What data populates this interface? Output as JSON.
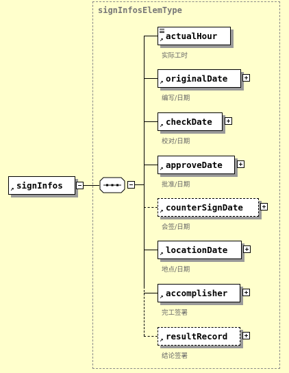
{
  "root": {
    "name": "signInfos"
  },
  "group": {
    "title": "signInfosElemType"
  },
  "children": [
    {
      "name": "actualHour",
      "desc": "实际工时"
    },
    {
      "name": "originalDate",
      "desc": "编写/日期"
    },
    {
      "name": "checkDate",
      "desc": "校对/日期"
    },
    {
      "name": "approveDate",
      "desc": "批准/日期"
    },
    {
      "name": "counterSignDate",
      "desc": "会签/日期"
    },
    {
      "name": "locationDate",
      "desc": "地点/日期"
    },
    {
      "name": "accomplisher",
      "desc": "完工签署"
    },
    {
      "name": "resultRecord",
      "desc": "结论签署"
    }
  ]
}
